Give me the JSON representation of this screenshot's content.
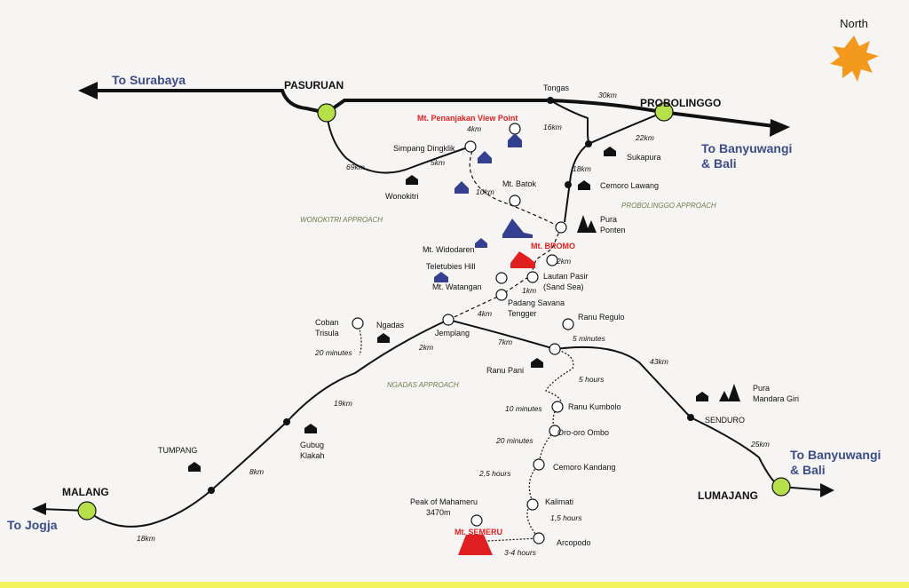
{
  "map": {
    "compass": "North",
    "destinations": {
      "to_surabaya": "To Surabaya",
      "to_banyuwangi_top_1": "To Banyuwangi",
      "to_banyuwangi_top_2": "& Bali",
      "to_banyuwangi_bottom_1": "To Banyuwangi",
      "to_banyuwangi_bottom_2": "& Bali",
      "to_jogja": "To Jogja"
    },
    "cities": {
      "pasuruan": "PASURUAN",
      "probolinggo": "PROBOLINGGO",
      "malang": "MALANG",
      "lumajang": "LUMAJANG"
    },
    "places": {
      "tongas": "Tongas",
      "simpang_dingklik": "Simpang Dingklik",
      "wonokitri": "Wonokitri",
      "sukapura": "Sukapura",
      "cemoro_lawang": "Cemoro Lawang",
      "mt_batok": "Mt. Batok",
      "pura_ponten_1": "Pura",
      "pura_ponten_2": "Ponten",
      "mt_widodaren": "Mt. Widodaren",
      "teletubies_hill": "Teletubies Hill",
      "mt_watangan": "Mt. Watangan",
      "lautan_pasir_1": "Lautan Pasir",
      "lautan_pasir_2": "(Sand Sea)",
      "padang_savana_1": "Padang Savana",
      "padang_savana_2": "Tengger",
      "coban_trisula_1": "Coban",
      "coban_trisula_2": "Trisula",
      "ngadas": "Ngadas",
      "jemplang": "Jemplang",
      "ranu_regulo": "Ranu Regulo",
      "ranu_pani": "Ranu Pani",
      "ranu_kumbolo": "Ranu Kumbolo",
      "oro_oro_ombo": "Oro-oro Ombo",
      "cemoro_kandang": "Cemoro Kandang",
      "kalimati": "Kalimati",
      "arcopodo": "Arcopodo",
      "peak_mahameru_1": "Peak of Mahameru",
      "peak_mahameru_2": "3470m",
      "tumpang": "TUMPANG",
      "gubug_klakah_1": "Gubug",
      "gubug_klakah_2": "Klakah",
      "senduro": "SENDURO",
      "pura_mandara_1": "Pura",
      "pura_mandara_2": "Mandara Giri"
    },
    "highlights": {
      "penanjakan": "Mt. Penanjakan View Point",
      "bromo": "Mt. BROMO",
      "semeru": "Mt. SEMERU"
    },
    "approaches": {
      "wonokitri": "WONOKITRI APPROACH",
      "probolinggo": "PROBOLINGGO APPROACH",
      "ngadas": "NGADAS APPROACH"
    },
    "distances": {
      "d30km": "30km",
      "d16km": "16km",
      "d22km": "22km",
      "d18km": "18km",
      "d69km": "69km",
      "d5km": "5km",
      "d4km": "4km",
      "d10km": "10km",
      "d2km_bromo": "2km",
      "d1km": "1km",
      "d4km_savana": "4km",
      "d2km_jemplang": "2km",
      "d7km": "7km",
      "d5min": "5 minutes",
      "d43km": "43km",
      "d20min_coban": "20 minutes",
      "d19km": "19km",
      "d5hours": "5 hours",
      "d10min": "10 minutes",
      "d20min_oro": "20 minutes",
      "d25hours": "2,5 hours",
      "d15hours": "1,5 hours",
      "d34hours": "3-4 hours",
      "d8km": "8km",
      "d18km_malang": "18km",
      "d25km": "25km"
    },
    "colors": {
      "city": "#b6e04a",
      "destination_text": "#3b4c8a",
      "highlight_text": "#e02020",
      "mountain_red": "#e02020",
      "mountain_blue": "#34408f",
      "compass_sun": "#f39a1e",
      "bottom_band": "#f3f45c"
    }
  }
}
